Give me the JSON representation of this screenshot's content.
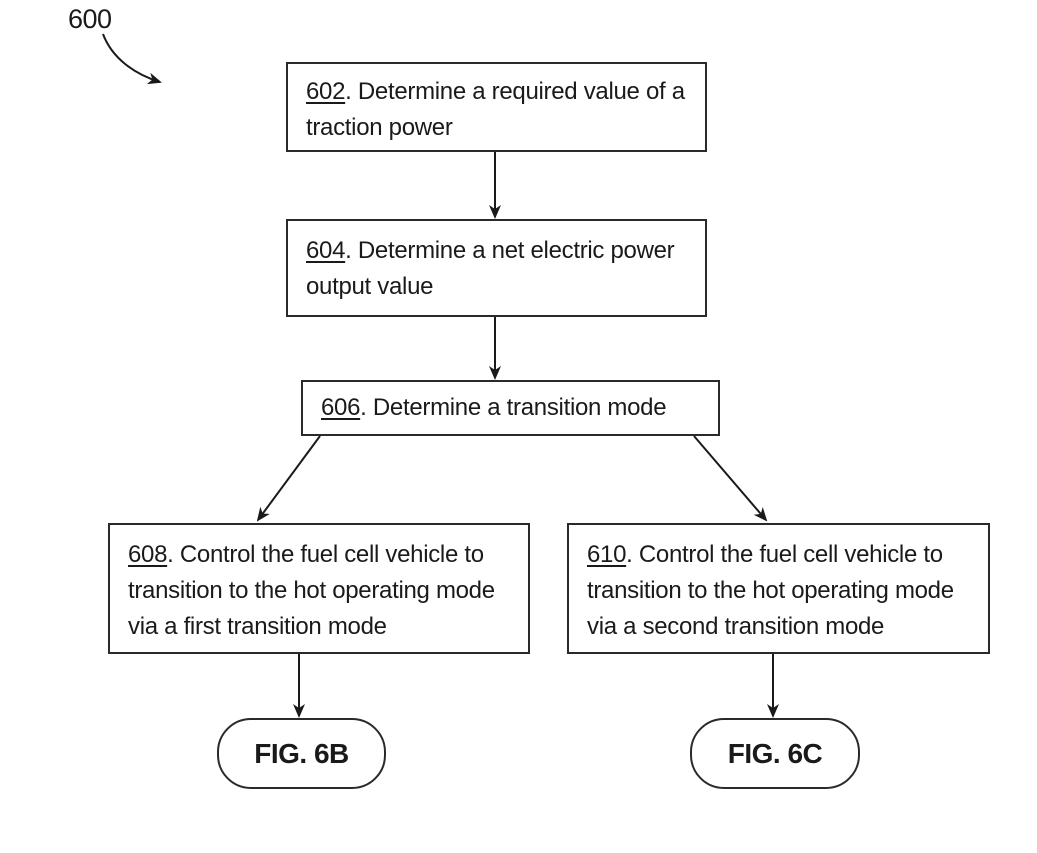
{
  "diagram": {
    "label": "600",
    "steps": [
      {
        "id": "602",
        "text": ". Determine a required value of a traction power"
      },
      {
        "id": "604",
        "text": ". Determine a net electric power output value"
      },
      {
        "id": "606",
        "text": ". Determine a transition mode"
      },
      {
        "id": "608",
        "text": ". Control the fuel cell vehicle to transition to the hot operating mode via a first transition mode"
      },
      {
        "id": "610",
        "text": ". Control the fuel cell vehicle to transition to the hot operating mode via a second transition mode"
      }
    ],
    "terminals": [
      {
        "label": "FIG. 6B"
      },
      {
        "label": "FIG. 6C"
      }
    ],
    "edges": [
      {
        "from": "602",
        "to": "604"
      },
      {
        "from": "604",
        "to": "606"
      },
      {
        "from": "606",
        "to": "608"
      },
      {
        "from": "606",
        "to": "610"
      },
      {
        "from": "608",
        "to": "FIG. 6B"
      },
      {
        "from": "610",
        "to": "FIG. 6C"
      }
    ]
  }
}
